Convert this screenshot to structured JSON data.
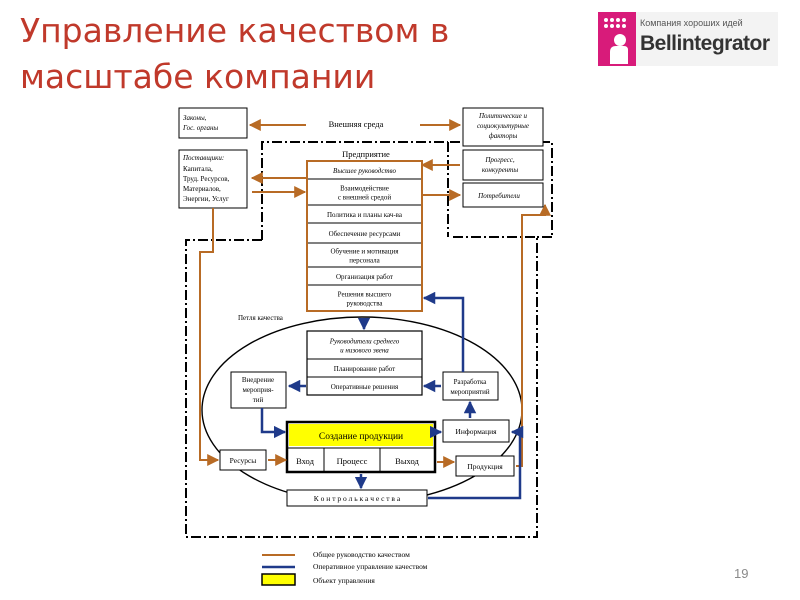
{
  "slide": {
    "title_line1": "Управление качеством в",
    "title_line2": "масштабе компании",
    "page_number": "19"
  },
  "logo": {
    "tagline": "Компания хороших идей",
    "name": "Bellintegrator"
  },
  "diagram": {
    "external": {
      "laws_line1": "Законы,",
      "laws_line2": "Гос. органы",
      "political_line1": "Политические и",
      "political_line2": "социокультурные",
      "political_line3": "факторы",
      "suppliers_title": "Поставщики:",
      "suppliers_line1": "Капитала,",
      "suppliers_line2": "Труд. Ресурсов,",
      "suppliers_line3": "Материалов,",
      "suppliers_line4": "Энергии, Услуг",
      "progress_line1": "Прогресс,",
      "progress_line2": "конкуренты",
      "consumers": "Потребители",
      "environment_label": "Внешняя среда"
    },
    "enterprise": {
      "label": "Предприятие",
      "rows": [
        "Высшее руководство",
        "Взаимодействие|с внешней средой",
        "Политика и планы кач-ва",
        "Обеспечение ресурсами",
        "Обучение и мотивация|персонала",
        "Организация работ",
        "Решения высшего|руководства"
      ]
    },
    "quality_loop_label": "Петля качества",
    "middle_mgmt": {
      "rows": [
        "Руководители среднего|и низового звена",
        "Планирование работ",
        "Оперативные решения"
      ]
    },
    "implementation_line1": "Внедрение",
    "implementation_line2": "мероприя-",
    "implementation_line3": "тий",
    "development_line1": "Разработка",
    "development_line2": "мероприятий",
    "information": "Информация",
    "resources": "Ресурсы",
    "production_title": "Создание продукции",
    "production_input": "Вход",
    "production_process": "Процесс",
    "production_output": "Выход",
    "product": "Продукция",
    "quality_control": "К о н т р о л ь   к а ч е с т в а",
    "legend": [
      {
        "label": "Общее руководство качеством",
        "color": "#b86b25"
      },
      {
        "label": "Оперативное управление качеством",
        "color": "#1f3a8a"
      },
      {
        "label": "Объект управления",
        "color": "#ffff00"
      }
    ]
  },
  "colors": {
    "title": "#c0392b",
    "brown_arrow": "#b86b25",
    "blue_arrow": "#1f3a8a",
    "highlight": "#ffff00",
    "brand_pink": "#d81b7a"
  }
}
